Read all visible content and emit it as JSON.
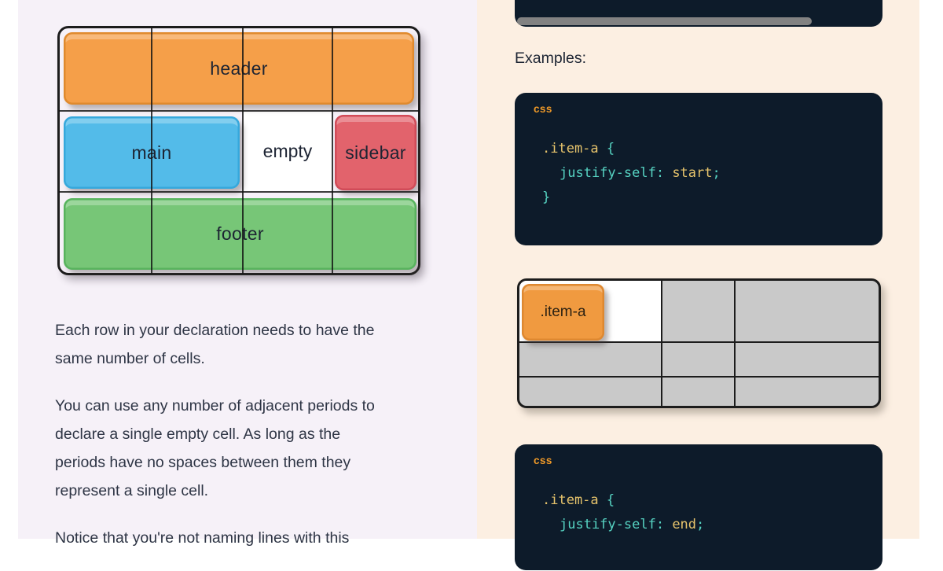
{
  "left_panel": {
    "grid_figure": {
      "header_label": "header",
      "main_label": "main",
      "empty_label": "empty",
      "sidebar_label": "sidebar",
      "footer_label": "footer",
      "colors": {
        "header": "#F59F49",
        "main": "#53BBE9",
        "sidebar": "#E2636C",
        "footer": "#77C677",
        "empty_cell": "#FFFFFF",
        "outline": "#1C1C1C"
      }
    },
    "paragraph_1": "Each row in your declaration needs to have the\nsame number of cells.",
    "paragraph_2": "You can use any number of adjacent periods to\ndeclare a single empty cell. As long as the\nperiods have no spaces between them they\nrepresent a single cell.",
    "paragraph_3": "Notice that you're not naming lines with this",
    "background": "#F6F1F8"
  },
  "right_panel": {
    "examples_heading": "Examples:",
    "code_block_1": {
      "lang_label": "css",
      "selector": ".item-a",
      "open_brace": "{",
      "property": "justify-self:",
      "value": "start",
      "semicolon": ";",
      "close_brace": "}"
    },
    "code_block_2": {
      "lang_label": "css",
      "selector": ".item-a",
      "open_brace": "{",
      "property": "justify-self:",
      "value": "end",
      "semicolon": ";"
    },
    "grid_figure": {
      "item_label": ".item-a",
      "item_color": "#F09A40",
      "cell_gray": "#C9C9C9",
      "first_cell": "#FFFFFF"
    },
    "colors": {
      "code_background": "#0D1B2A",
      "lang_orange": "#F09A28",
      "token_gold": "#E7C46C",
      "token_teal": "#56D3C2",
      "scrollbar_gray": "#828282",
      "background": "#FCEFE2"
    }
  }
}
